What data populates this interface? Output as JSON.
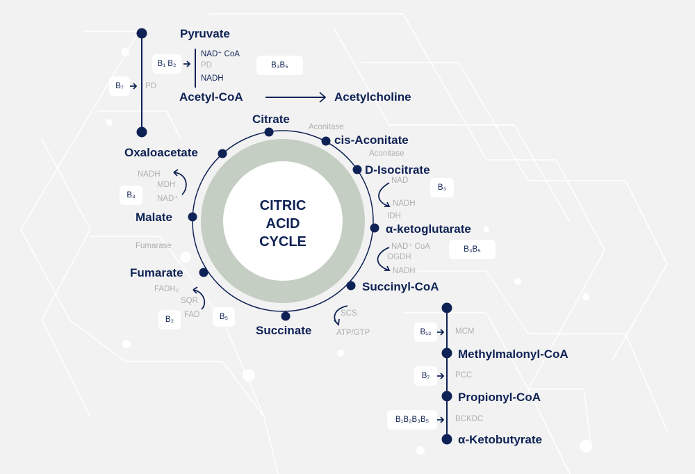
{
  "center_title": [
    "CITRIC",
    "ACID",
    "CYCLE"
  ],
  "cycle": {
    "citrate": "Citrate",
    "cis_aconitate": "cis-Aconitate",
    "d_isocitrate": "D-Isocitrate",
    "akg": "α-ketoglutarate",
    "succinyl_coa": "Succinyl-CoA",
    "succinate": "Succinate",
    "fumarate": "Fumarate",
    "malate": "Malate",
    "oxaloacetate": "Oxaloacetate"
  },
  "top": {
    "pyruvate": "Pyruvate",
    "acetyl_coa": "Acetyl-CoA",
    "acetylcholine": "Acetylcholine",
    "nad_coa": "NAD⁺ CoA",
    "pd": "PD",
    "nadh": "NADH",
    "b1b2": "B₁ B₂",
    "b7": "B₇",
    "pd2": "PD",
    "b3b5": "B₃B₅"
  },
  "enzymes": {
    "aconitase1": "Aconitase",
    "aconitase2": "Aconitase",
    "nad": "NAD",
    "nadh1": "NADH",
    "idh": "IDH",
    "b3": "B₃",
    "nad_coa": "NAD⁺ CoA",
    "ogdh": "OGDH",
    "nadh2": "NADH",
    "b3b5": "B₃B₅",
    "scs": "SCS",
    "atp_gtp": "ATP/GTP",
    "fadh2": "FADH₂",
    "sqr": "SQR",
    "fad": "FAD",
    "b2": "B₂",
    "b5": "B₅",
    "fumarase": "Fumarase",
    "mdh_nadh": "NADH",
    "mdh": "MDH",
    "mdh_nad": "NAD⁺",
    "mdh_b3": "B₃"
  },
  "branch": {
    "mcm": "MCM",
    "b12": "B₁₂",
    "methylmalonyl": "Methylmalonyl-CoA",
    "pcc": "PCC",
    "b7": "B₇",
    "propionyl": "Propionyl-CoA",
    "bckdc": "BCKDC",
    "b1235": "B₁B₂B₃B₅",
    "ketobutyrate": "α-Ketobutyrate"
  }
}
